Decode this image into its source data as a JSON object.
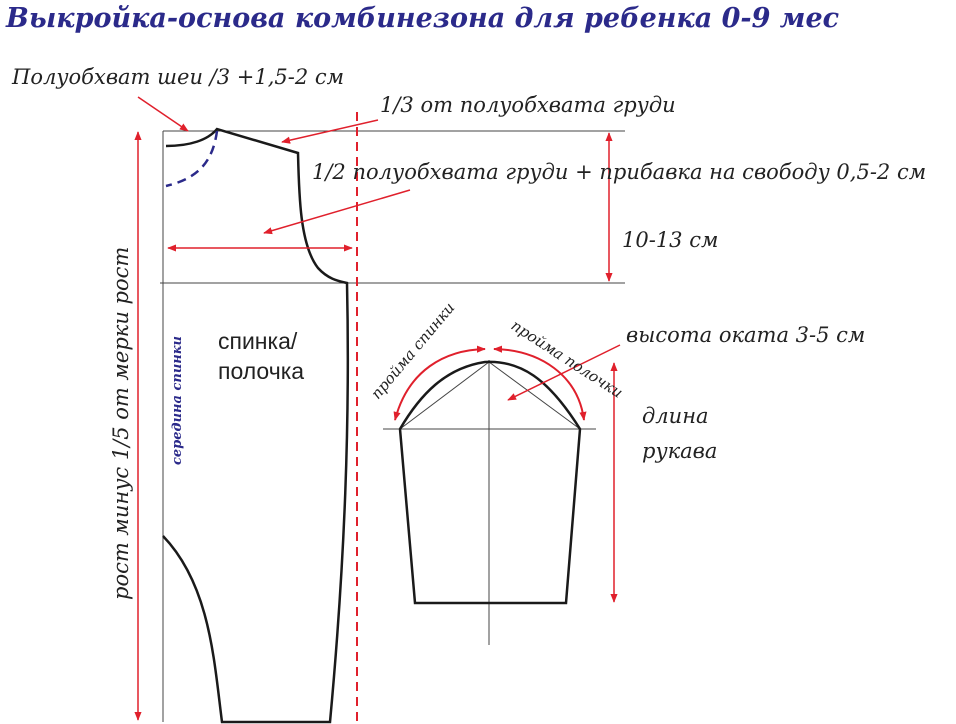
{
  "title": "Выкройка-основа комбинезона для ребенка 0-9 мес",
  "labels": {
    "neck": "Полуобхват шеи /3 +1,5-2 см",
    "chest_third": "1/3 от полуобхвата груди",
    "chest_half": "1/2 полуобхвата груди + прибавка на свободу 0,5-2 см",
    "armhole_depth": "10-13 см",
    "height": "рост минус 1/5 от мерки рост",
    "center_back": "середина спинки",
    "piece_line1": "спинка/",
    "piece_line2": "полочка",
    "back_armhole": "пройма спинки",
    "front_armhole": "пройма полочки",
    "cap_height": "высота оката 3-5 см",
    "sleeve_length_line1": "длина",
    "sleeve_length_line2": "рукава"
  },
  "colors": {
    "title": "#2b2a8a",
    "measure": "#e0202c",
    "outline": "#1a1a1a",
    "dashed_neck": "#2b2a8a"
  }
}
